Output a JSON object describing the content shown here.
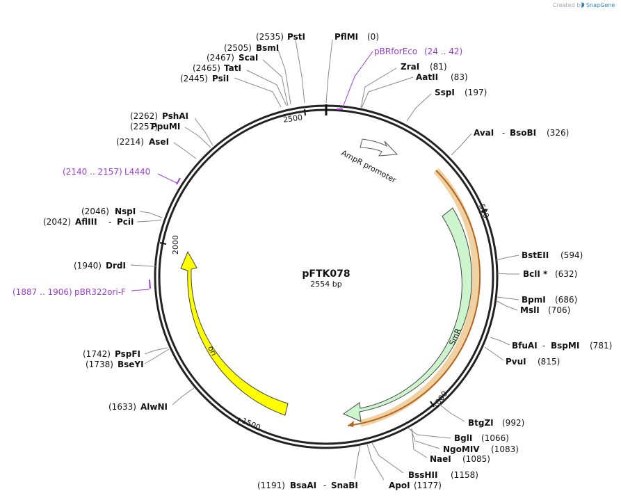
{
  "credit": {
    "prefix": "Created by",
    "brand": "SnapGene"
  },
  "plasmid": {
    "name": "pFTK078",
    "size": "2554 bp"
  },
  "ticks": [
    "2500",
    "500",
    "1000",
    "1500",
    "2000"
  ],
  "features": [
    {
      "label": "AmpR promoter"
    },
    {
      "label": "SmR"
    },
    {
      "label": "ori"
    }
  ],
  "primers": [
    {
      "name": "pBRforEco",
      "range": "(24 .. 42)"
    },
    {
      "name": "L4440",
      "range": "(2140 .. 2157)"
    },
    {
      "name": "pBR322ori-F",
      "range": "(1887 .. 1906)"
    }
  ],
  "sites": [
    {
      "name": "PstI",
      "pos": "(2535)"
    },
    {
      "name": "BsmI",
      "pos": "(2505)"
    },
    {
      "name": "ScaI",
      "pos": "(2467)"
    },
    {
      "name": "TatI",
      "pos": "(2465)"
    },
    {
      "name": "PsiI",
      "pos": "(2445)"
    },
    {
      "name": "PshAI",
      "pos": "(2262)"
    },
    {
      "name": "PpuMI",
      "pos": "(2257)"
    },
    {
      "name": "AseI",
      "pos": "(2214)"
    },
    {
      "name": "NspI",
      "pos": "(2046)"
    },
    {
      "name": "AflIII",
      "name2": "PciI",
      "pos": "(2042)"
    },
    {
      "name": "DrdI",
      "pos": "(1940)"
    },
    {
      "name": "PspFI",
      "pos": "(1742)"
    },
    {
      "name": "BseYI",
      "pos": "(1738)"
    },
    {
      "name": "AlwNI",
      "pos": "(1633)"
    },
    {
      "name": "BsaAI",
      "name2": "SnaBI",
      "pos": "(1191)"
    },
    {
      "name": "PflMI",
      "pos": "(0)"
    },
    {
      "name": "ZraI",
      "pos": "(81)"
    },
    {
      "name": "AatII",
      "pos": "(83)"
    },
    {
      "name": "SspI",
      "pos": "(197)"
    },
    {
      "name": "AvaI",
      "name2": "BsoBI",
      "pos": "(326)"
    },
    {
      "name": "BstEII",
      "pos": "(594)"
    },
    {
      "name": "BclI *",
      "pos": "(632)"
    },
    {
      "name": "BpmI",
      "pos": "(686)"
    },
    {
      "name": "MslI",
      "pos": "(706)"
    },
    {
      "name": "BfuAI",
      "name2": "BspMI",
      "pos": "(781)"
    },
    {
      "name": "PvuI",
      "pos": "(815)"
    },
    {
      "name": "BtgZI",
      "pos": "(992)"
    },
    {
      "name": "BglI",
      "pos": "(1066)"
    },
    {
      "name": "NgoMIV",
      "pos": "(1083)"
    },
    {
      "name": "NaeI",
      "pos": "(1085)"
    },
    {
      "name": "BssHII",
      "pos": "(1158)"
    },
    {
      "name": "ApoI",
      "pos": "(1177)"
    }
  ]
}
